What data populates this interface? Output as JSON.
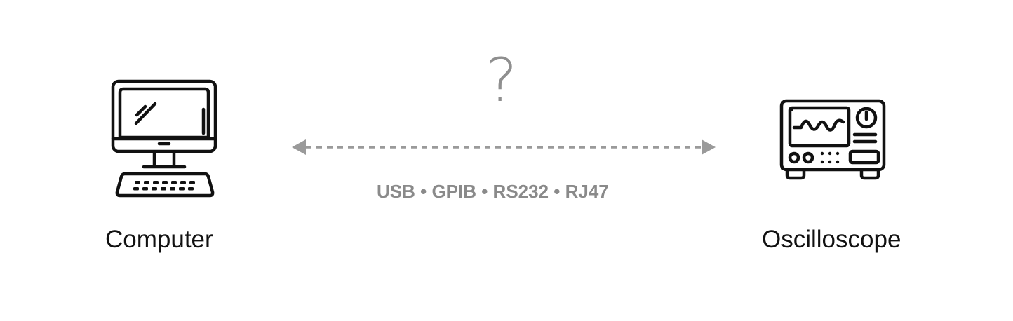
{
  "diagram": {
    "left_node": {
      "label": "Computer",
      "icon": "desktop-computer-icon"
    },
    "right_node": {
      "label": "Oscilloscope",
      "icon": "oscilloscope-icon"
    },
    "connection": {
      "question": "?",
      "interfaces": "USB • GPIB • RS232 • RJ47",
      "style": "dashed bidirectional arrow",
      "color": "#9a9a9a"
    }
  }
}
